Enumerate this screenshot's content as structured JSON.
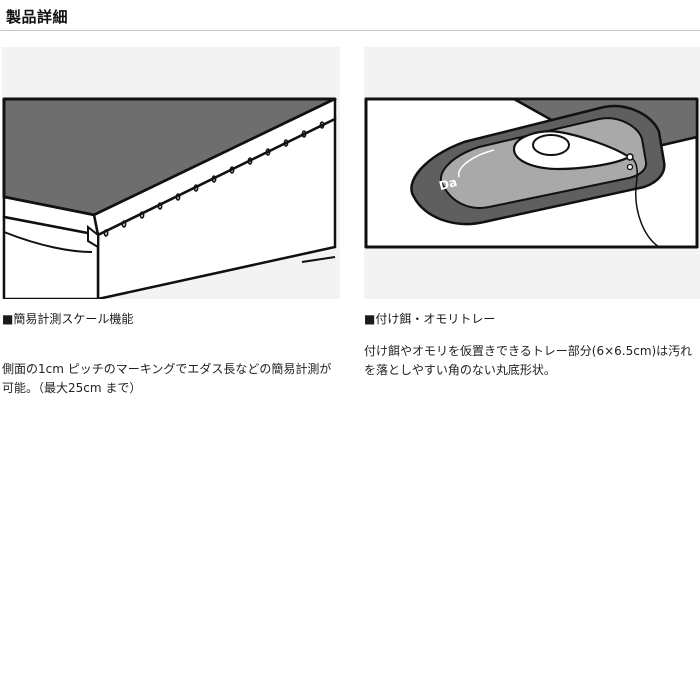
{
  "header": {
    "title": "製品詳細"
  },
  "features": [
    {
      "heading": "■簡易計測スケール機能",
      "description": "側面の1cm ピッチのマーキングでエダス長などの簡易計測が可能。（最大25cm まで）"
    },
    {
      "heading": "■付け餌・オモリトレー",
      "description": "付け餌やオモリを仮置きできるトレー部分(6×6.5cm)は汚れを落としやすい角のない丸底形状。",
      "logo_text": "Da"
    }
  ]
}
